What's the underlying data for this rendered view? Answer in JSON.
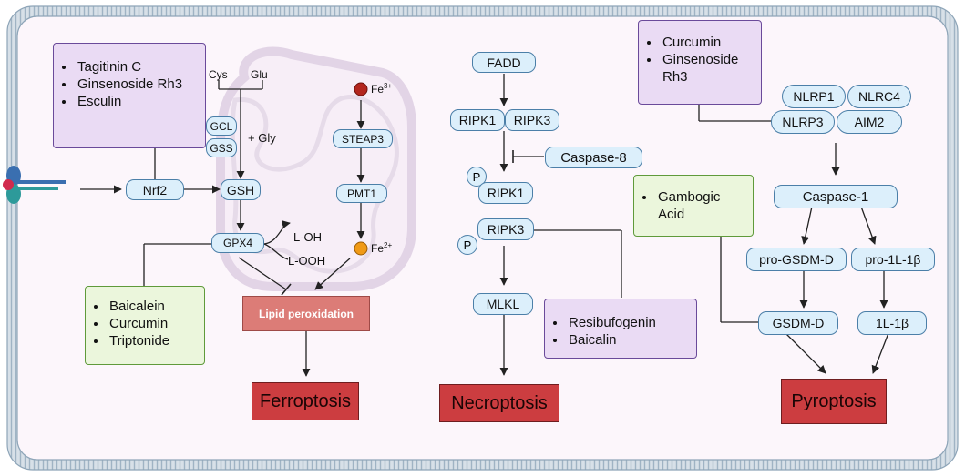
{
  "ferroptosis": {
    "inhibitors_top": [
      "Tagitinin C",
      "Ginsenoside Rh3",
      "Esculin"
    ],
    "nrf2": "Nrf2",
    "cys": "Cys",
    "glu": "Glu",
    "gcl": "GCL",
    "gss": "GSS",
    "gly": "+ Gly",
    "gsh": "GSH",
    "gpx4": "GPX4",
    "l_oh": "L-OH",
    "l_ooh": "L-OOH",
    "inhibitors_bottom": [
      "Baicalein",
      "Curcumin",
      "Triptonide"
    ],
    "fe3_base": "Fe",
    "fe3_sup": "3+",
    "steap3": "STEAP3",
    "pmt1": "PMT1",
    "fe2_base": "Fe",
    "fe2_sup": "2+",
    "lipid_peroxidation": "Lipid peroxidation",
    "outcome": "Ferroptosis"
  },
  "necroptosis": {
    "fadd": "FADD",
    "ripk1": "RIPK1",
    "ripk3": "RIPK3",
    "caspase8": "Caspase-8",
    "p": "P",
    "p_ripk1": "RIPK1",
    "p_ripk3": "RIPK3",
    "mlkl": "MLKL",
    "inhibitors": [
      "Resibufogenin",
      "Baicalin"
    ],
    "outcome": "Necroptosis"
  },
  "pyroptosis": {
    "inhibitors_top": [
      "Curcumin",
      "Ginsenoside Rh3"
    ],
    "nlrp1": "NLRP1",
    "nlrc4": "NLRC4",
    "nlrp3": "NLRP3",
    "aim2": "AIM2",
    "caspase1": "Caspase-1",
    "inhibitors_left": [
      "Gambogic Acid"
    ],
    "pro_gsdmd": "pro-GSDM-D",
    "pro_il1b": "pro-1L-1β",
    "gsdmd": "GSDM-D",
    "il1b": "1L-1β",
    "outcome": "Pyroptosis"
  },
  "colors": {
    "membrane": "#9fb3c4",
    "cell_fill": "#fcf6fb",
    "node_fill": "#dceffb",
    "node_border": "#4b7fa8",
    "inhibitor_purple": "#eadbf4",
    "inhibitor_green": "#ebf6dc",
    "outcome_red": "#cc3d40",
    "lipid_fill": "#dc7c77"
  }
}
